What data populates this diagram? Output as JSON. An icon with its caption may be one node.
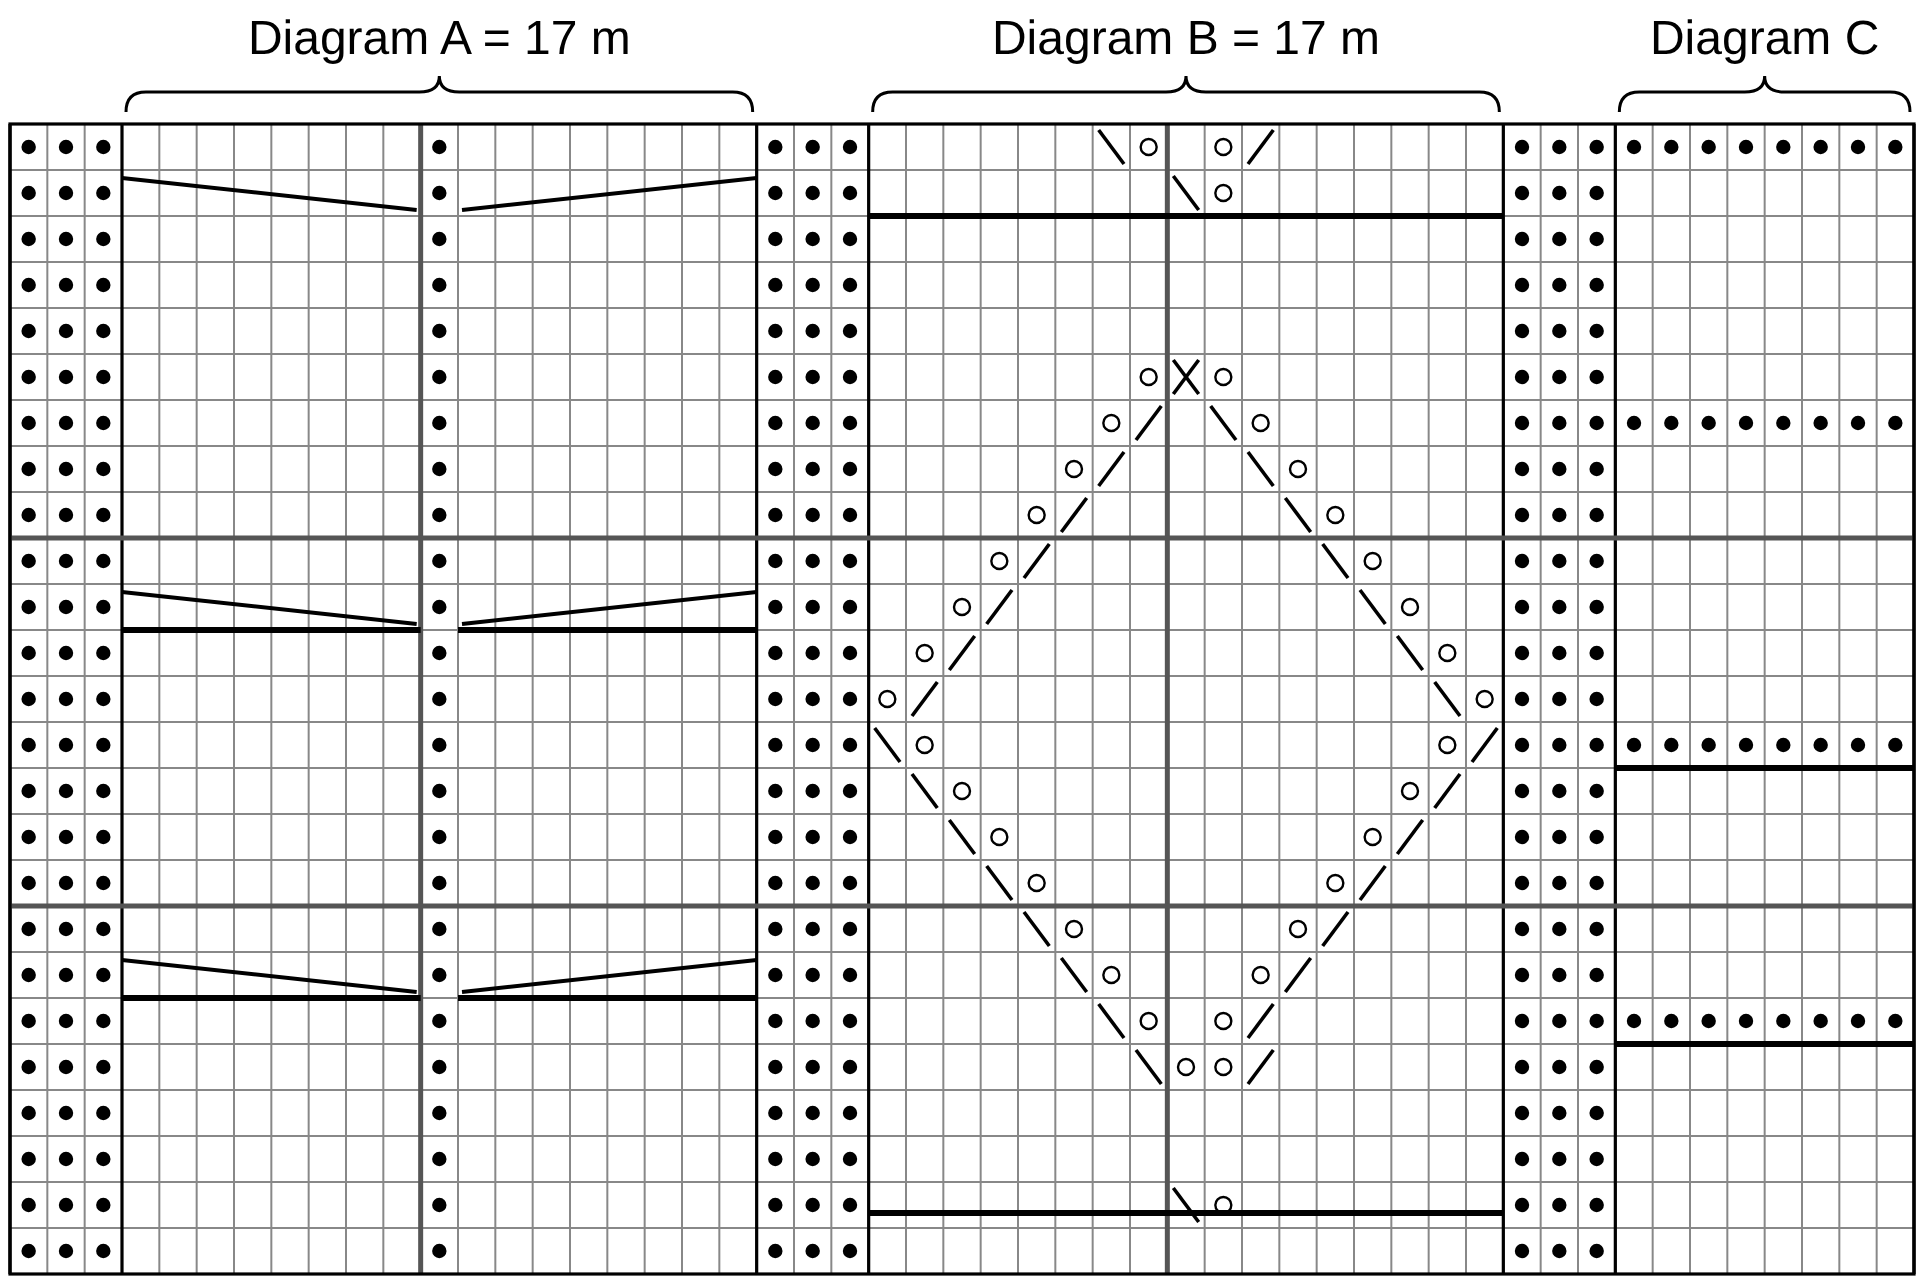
{
  "diagram": {
    "labels": [
      "Diagram A = 17 m",
      "Diagram B = 17 m",
      "Diagram C"
    ]
  }
}
